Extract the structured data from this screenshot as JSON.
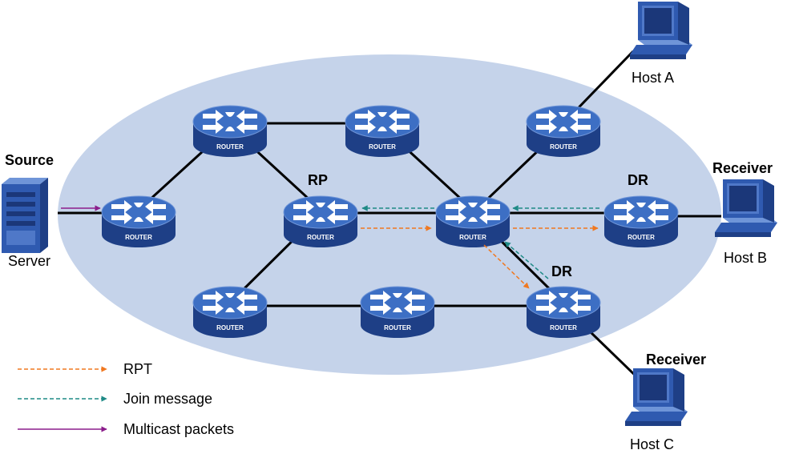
{
  "nodes": {
    "source_title": "Source",
    "server": "Server",
    "rp": "RP",
    "dr_b": "DR",
    "dr_c": "DR",
    "host_a": "Host A",
    "receiver_b": "Receiver",
    "host_b": "Host B",
    "receiver_c": "Receiver",
    "host_c": "Host C",
    "router_text": "ROUTER"
  },
  "legend": {
    "rpt": "RPT",
    "join": "Join message",
    "multicast": "Multicast packets"
  },
  "colors": {
    "domain_fill": "#c5d3ea",
    "router_top": "#3d6fc4",
    "router_side": "#1e3f86",
    "rpt": "#f07820",
    "join": "#1f8a86",
    "multicast": "#8b1d8b"
  }
}
